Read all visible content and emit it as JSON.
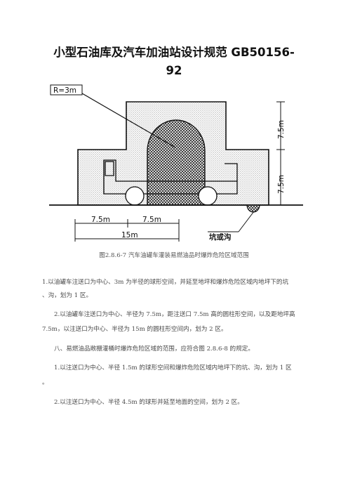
{
  "document": {
    "title_line1": "小型石油库及汽车加油站设计规范  GB50156-",
    "title_line2": "92",
    "figure": {
      "radius_label": "R=3m",
      "dim_right_top": "7.5m",
      "dim_right_bottom": "7.5m",
      "dim_bottom_left": "7.5m",
      "dim_bottom_mid": "7.5m",
      "dim_bottom_total": "15m",
      "pit_label": "坑或沟"
    },
    "caption": "图2.8.6-7  汽车油罐车灌装易燃油品时爆炸危险区域范围",
    "paragraphs": [
      "1.以油罐车注送口为中心、3m 为半径的球形空间，并延至地坪和爆炸危险区域内地坪下的坑",
      "、沟，划为 1 区。",
      "2.以油罐车注送口为中心、半径为 7.5m，距注送口 7.5m 高的圆柱形空间，以及距地坪高",
      "7.5m，以注送口为中心、半径为 15m 的圆柱形空间内，划为 2 区。",
      "八、易燃油品敞棚灌桶时爆炸危险区域的范围，应符合图 2.8.6-8 的规定。",
      "1.以注送口为中心、半径 1.5m 的球形空间和爆炸危险区域内地坪下的坑、沟，划为 1 区",
      "。",
      "2.以注送口为中心、半径 4.5m 的球形并延至地面的空间，划为 2 区。"
    ]
  }
}
